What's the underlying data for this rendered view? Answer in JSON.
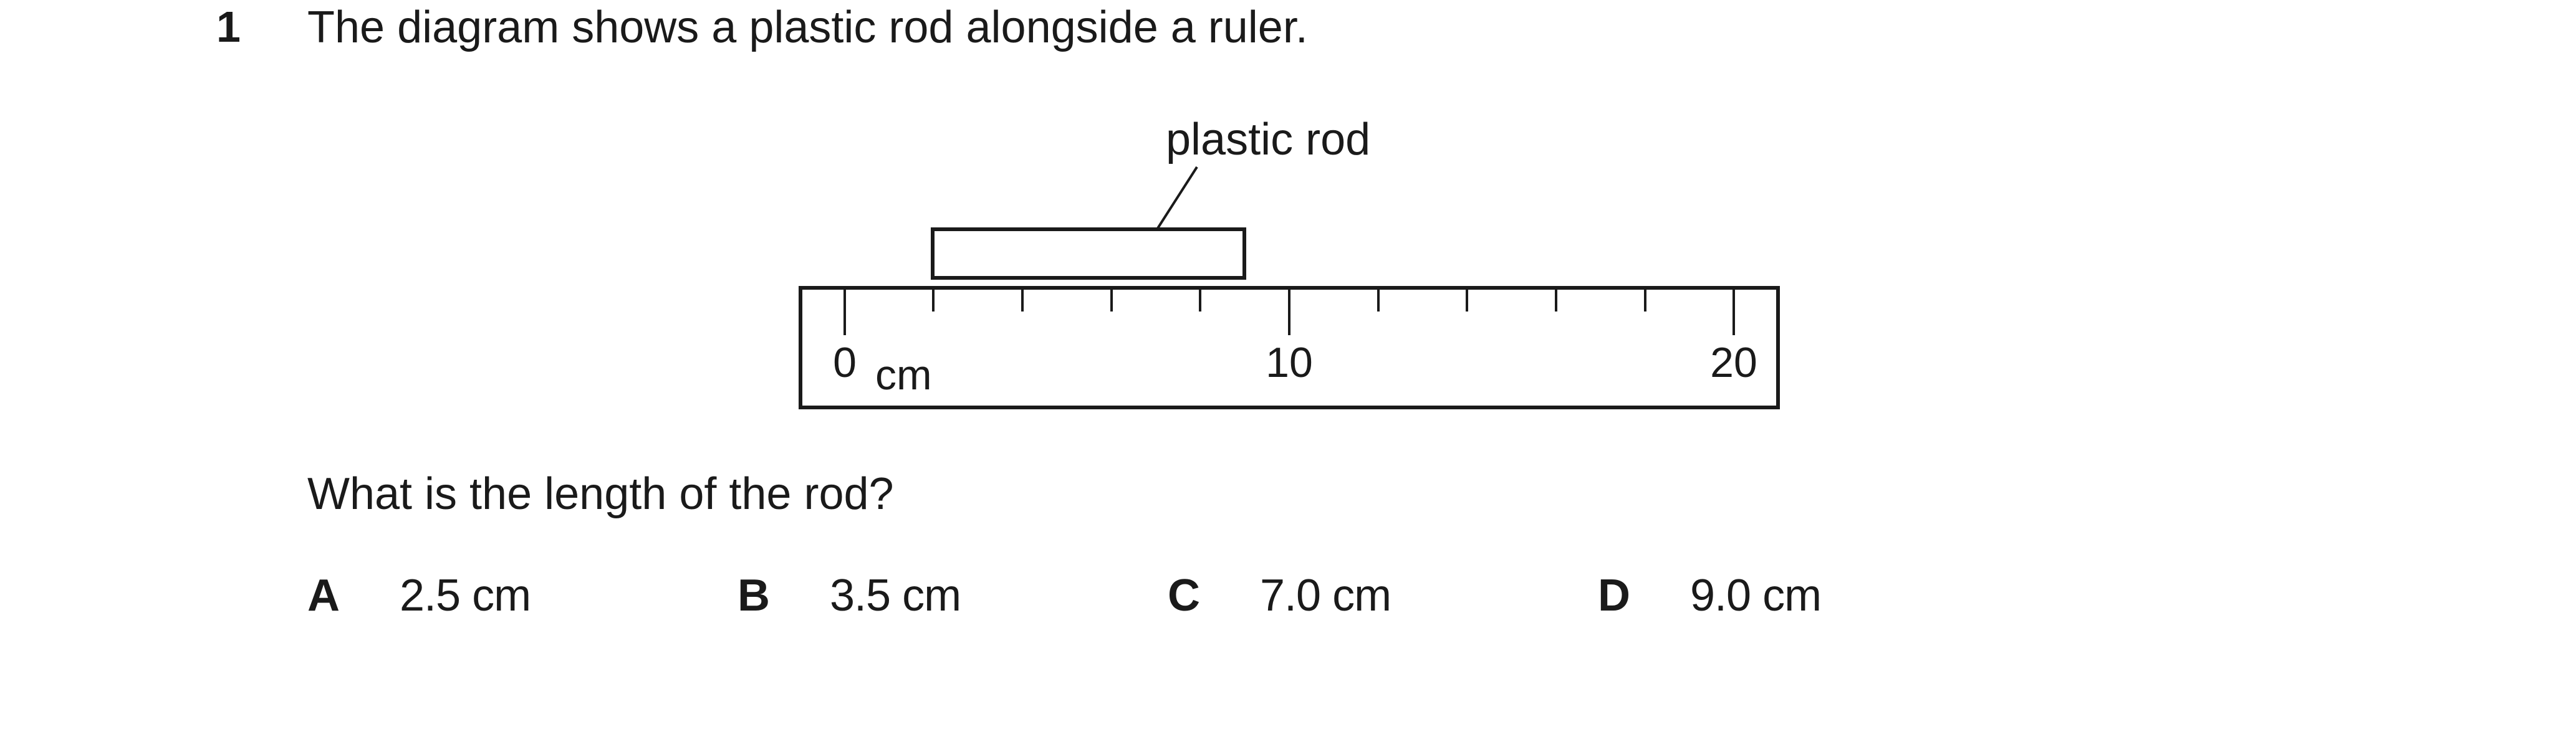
{
  "question": {
    "number": "1",
    "stem": "The diagram shows a plastic rod alongside a ruler.",
    "prompt": "What is the length of the rod?"
  },
  "diagram": {
    "rod_label": "plastic rod",
    "ruler_unit": "cm",
    "ruler_labels": [
      "0",
      "10",
      "20"
    ]
  },
  "options": [
    {
      "letter": "A",
      "value": "2.5 cm"
    },
    {
      "letter": "B",
      "value": "3.5 cm"
    },
    {
      "letter": "C",
      "value": "7.0 cm"
    },
    {
      "letter": "D",
      "value": "9.0 cm"
    }
  ]
}
